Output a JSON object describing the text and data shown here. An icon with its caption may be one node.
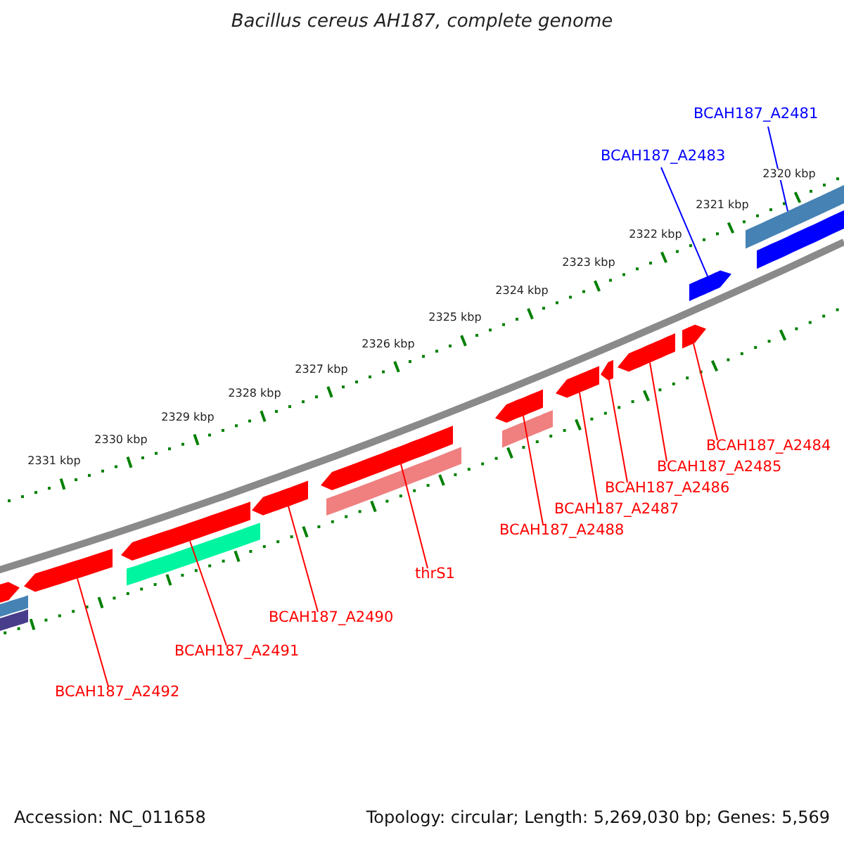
{
  "diagram": {
    "title": "Bacillus cereus AH187, complete genome",
    "nodes": [
      {
        "text": [
          "BCAH187_A2481"
        ]
      },
      {
        "text": [
          "BCAH187_A2483"
        ]
      },
      {
        "text": [
          "BCAH187_A2484"
        ]
      },
      {
        "text": [
          "BCAH187_A2485"
        ]
      },
      {
        "text": [
          "BCAH187_A2486"
        ]
      },
      {
        "text": [
          "BCAH187_A2487"
        ]
      },
      {
        "text": [
          "BCAH187_A2488"
        ]
      },
      {
        "text": [
          "thrS1"
        ]
      },
      {
        "text": [
          "BCAH187_A2490"
        ]
      },
      {
        "text": [
          "BCAH187_A2491"
        ]
      },
      {
        "text": [
          "BCAH187_A2492"
        ]
      },
      {
        "text": [],
        "shape": "arrow"
      },
      {
        "text": [],
        "shape": "bar"
      },
      {
        "text": [],
        "shape": "bar"
      },
      {
        "text": [],
        "shape": "arrow"
      },
      {
        "text": [],
        "shape": "arrow"
      },
      {
        "text": [],
        "shape": "bar"
      },
      {
        "text": [],
        "shape": "arrow"
      },
      {
        "text": [],
        "shape": "arrow"
      },
      {
        "text": [],
        "shape": "bar"
      },
      {
        "text": [],
        "shape": "arrow"
      },
      {
        "text": [],
        "shape": "bar"
      },
      {
        "text": [],
        "shape": "arrow"
      },
      {
        "text": [],
        "shape": "arrow"
      },
      {
        "text": [],
        "shape": "arrow"
      },
      {
        "text": [],
        "shape": "arrow"
      },
      {
        "text": [],
        "shape": "arrow"
      },
      {
        "text": [],
        "shape": "bar"
      },
      {
        "text": [],
        "shape": "bar"
      }
    ],
    "edges": [
      {
        "from": 0,
        "to": 27,
        "arrow": "none",
        "color": "#0000ff"
      },
      {
        "from": 1,
        "to": 26,
        "arrow": "none",
        "color": "#0000ff"
      },
      {
        "from": 2,
        "to": 25,
        "arrow": "none"
      },
      {
        "from": 3,
        "to": 24,
        "arrow": "none"
      },
      {
        "from": 4,
        "to": 23,
        "arrow": "none"
      },
      {
        "from": 5,
        "to": 22,
        "arrow": "none"
      },
      {
        "from": 6,
        "to": 20,
        "arrow": "none"
      },
      {
        "from": 7,
        "to": 18,
        "arrow": "none"
      },
      {
        "from": 8,
        "to": 17,
        "arrow": "none"
      },
      {
        "from": 9,
        "to": 15,
        "arrow": "none"
      },
      {
        "from": 10,
        "to": 14,
        "arrow": "none"
      }
    ],
    "labels": [
      "2320 kbp",
      "2321 kbp",
      "2322 kbp",
      "2323 kbp",
      "2324 kbp",
      "2325 kbp",
      "2326 kbp",
      "2327 kbp",
      "2328 kbp",
      "2329 kbp",
      "2330 kbp",
      "2331 kbp",
      "Accession: NC_011658",
      "Topology: circular; Length: 5,269,030 bp; Genes: 5,569"
    ]
  }
}
